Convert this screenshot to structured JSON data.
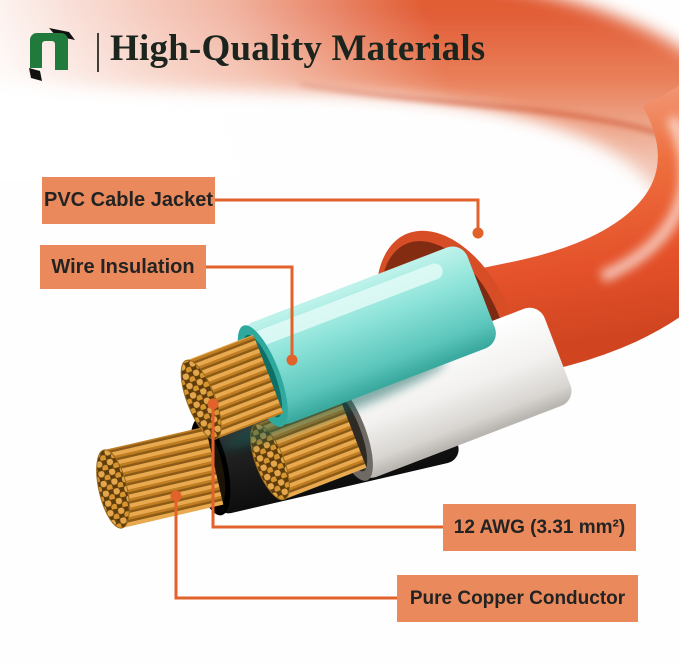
{
  "header": {
    "title": "High-Quality Materials",
    "logo_icon": "brand-logo-icon"
  },
  "callouts": [
    {
      "id": "pvc-jacket",
      "label": "PVC Cable Jacket"
    },
    {
      "id": "wire-insulation",
      "label": "Wire Insulation"
    },
    {
      "id": "awg-size",
      "label": "12 AWG (3.31 mm²)"
    },
    {
      "id": "copper-conductor",
      "label": "Pure Copper Conductor"
    }
  ],
  "diagram": {
    "subject": "3-conductor cable cutaway",
    "parts": [
      "pvc-cable-jacket",
      "cyan-wire-insulation",
      "white-wire-insulation",
      "black-wire-insulation",
      "copper-strand-bundles"
    ]
  },
  "colors": {
    "accent": "#e2622b",
    "label_bg": "#ea8a5c",
    "label_text": "#232323",
    "title_color": "#1b241d",
    "jacket_orange": "#e4512a",
    "jacket_cut_face": "#7c2a12",
    "insulation_cyan": "#7edcd3",
    "insulation_white": "#f2f1ef",
    "insulation_black": "#1e1e1e",
    "copper": "#d6993a",
    "logo_green": "#1f7a3c"
  }
}
